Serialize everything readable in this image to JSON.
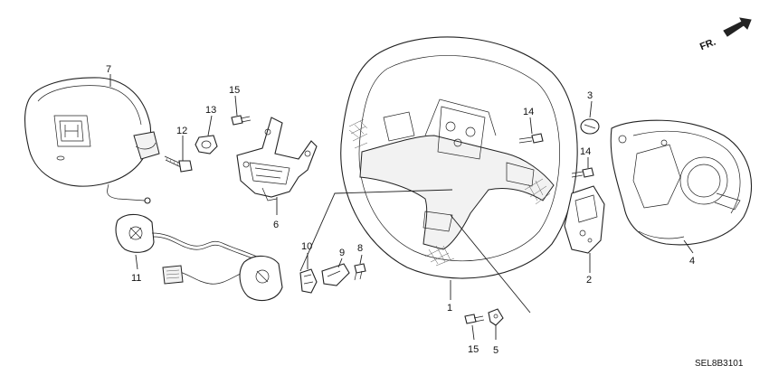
{
  "diagram": {
    "part_numbers": {
      "p1": "1",
      "p2": "2",
      "p3": "3",
      "p4": "4",
      "p5": "5",
      "p6": "6",
      "p7": "7",
      "p8": "8",
      "p9": "9",
      "p10": "10",
      "p11": "11",
      "p12": "12",
      "p13": "13",
      "p14a": "14",
      "p14b": "14",
      "p15a": "15",
      "p15b": "15"
    },
    "front_indicator": "FR.",
    "diagram_code": "SEL8B3101"
  }
}
